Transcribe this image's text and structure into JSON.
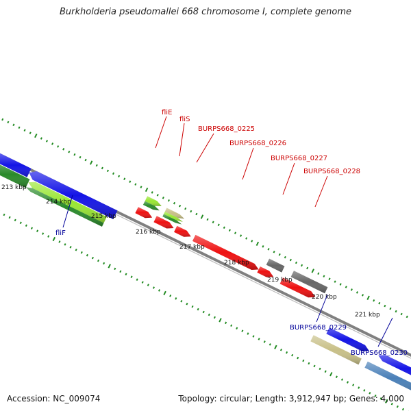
{
  "title": "Burkholderia pseudomallei 668 chromosome I, complete genome",
  "footer": {
    "accession": "Accession: NC_009074",
    "summary": "Topology: circular; Length: 3,912,947 bp; Genes: 4,000"
  },
  "colors": {
    "backbone": "#808080",
    "tick": "#228b22",
    "forward_label": "#cc0000",
    "reverse_label": "#000099",
    "blue": "#1414e6",
    "red": "#ee1111",
    "gray": "#666666",
    "green": "#2a8a2a",
    "lightgreen": "#99e633",
    "khaki": "#c8c088",
    "steel": "#4a80b8"
  },
  "chart_data": {
    "type": "genome-map",
    "units": "kbp",
    "axis_ticks": [
      "213 kbp",
      "214 kbp",
      "215 kbp",
      "216 kbp",
      "217 kbp",
      "218 kbp",
      "219 kbp",
      "220 kbp",
      "221 kbp"
    ],
    "gene_labels": [
      {
        "name": "fliE",
        "strand": "forward"
      },
      {
        "name": "fliS",
        "strand": "forward"
      },
      {
        "name": "BURPS668_0225",
        "strand": "forward"
      },
      {
        "name": "BURPS668_0226",
        "strand": "forward"
      },
      {
        "name": "BURPS668_0227",
        "strand": "forward"
      },
      {
        "name": "BURPS668_0228",
        "strand": "forward"
      },
      {
        "name": "fliF",
        "strand": "reverse"
      },
      {
        "name": "BURPS668_0229",
        "strand": "reverse"
      },
      {
        "name": "BURPS668_0230",
        "strand": "reverse"
      }
    ]
  }
}
